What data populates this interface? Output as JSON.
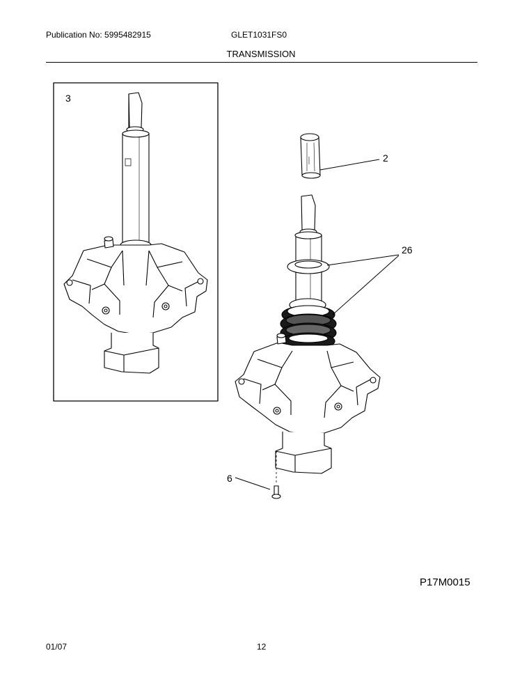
{
  "header": {
    "publication": "Publication No: 5995482915",
    "model": "GLET1031FS0",
    "section_title": "TRANSMISSION"
  },
  "callouts": {
    "assembly": "3",
    "coupling": "2",
    "seals": "26",
    "screw": "6"
  },
  "diagram_code": "P17M0015",
  "footer": {
    "date": "01/07",
    "page": "12"
  }
}
